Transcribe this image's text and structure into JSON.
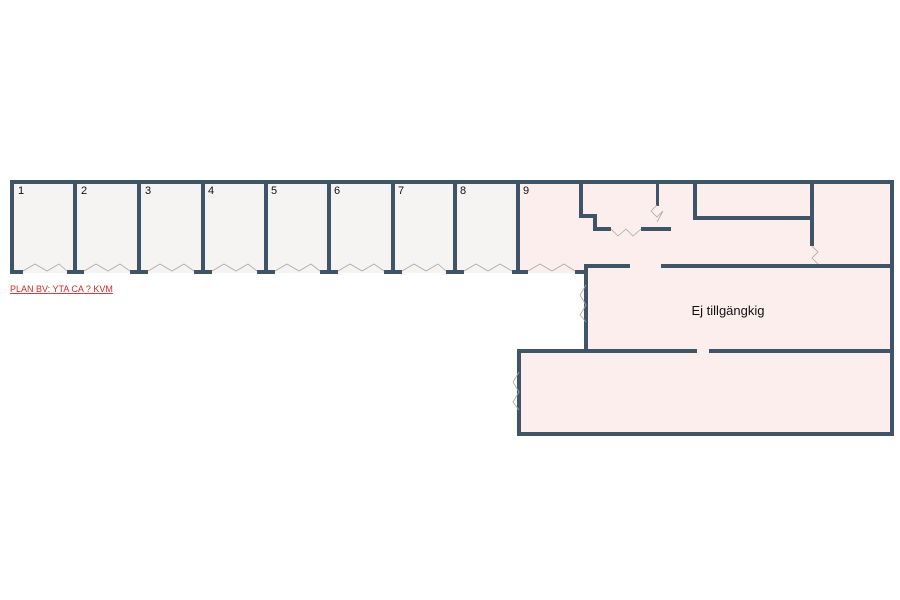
{
  "plan_caption": "PLAN BV: YTA  CA ? KVM",
  "units": [
    {
      "label": "1"
    },
    {
      "label": "2"
    },
    {
      "label": "3"
    },
    {
      "label": "4"
    },
    {
      "label": "5"
    },
    {
      "label": "6"
    },
    {
      "label": "7"
    },
    {
      "label": "8"
    },
    {
      "label": "9"
    }
  ],
  "restricted_area_label": "Ej tillgängkig",
  "colors": {
    "wall": "#3f5466",
    "unit_floor": "#f5f4f2",
    "restricted_floor": "#fdeeee",
    "caption": "#d42a2a"
  }
}
